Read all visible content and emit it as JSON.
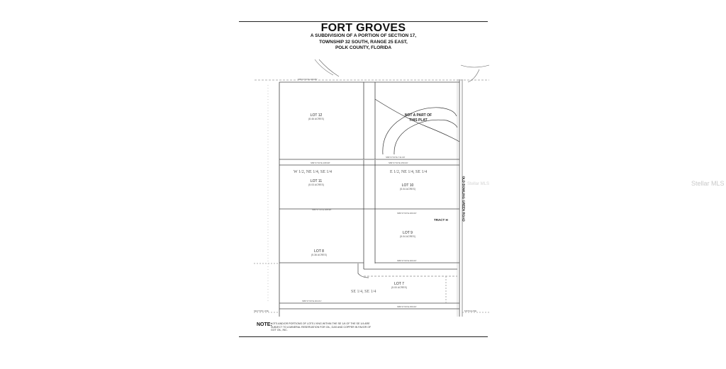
{
  "document": {
    "title": "FORT GROVES",
    "subtitle_lines": [
      "A SUBDIVISION OF A PORTION OF SECTION 17,",
      "TOWNSHIP 32 SOUTH, RANGE 25 EAST,",
      "POLK COUNTY, FLORIDA"
    ]
  },
  "plat": {
    "lots": [
      {
        "name": "LOT 12",
        "acres": "(8.46 ACRES)"
      },
      {
        "name": "LOT 11",
        "acres": "(5.03 ACRES)"
      },
      {
        "name": "LOT 10",
        "acres": "(5.04 ACRES)"
      },
      {
        "name": "LOT 9",
        "acres": "(5.04 ACRES)"
      },
      {
        "name": "LOT 8",
        "acres": "(5.36 ACRES)"
      },
      {
        "name": "LOT 7",
        "acres": "(5.00 ACRES)"
      }
    ],
    "quadrants": {
      "west": "W 1/2, NE 1/4, SE 1/4",
      "east": "E 1/2, NE 1/4, SE 1/4",
      "south": "SE 1/4, SE 1/4"
    },
    "not_a_part": [
      "NOT A PART OF",
      "THIS PLAT"
    ],
    "tract": "TRACT H",
    "road": "OLD BOWLING GREEN ROAD"
  },
  "note": {
    "label": "NOTE:",
    "text": "LOTS AND/OR PORTIONS OF LOTS LYING WITHIN THE SE 1/4 OF THE SE 1/4 ARE SUBJECT TO A MINERAL RESERVATION FOR OIL, GAS AND COPPER IN FAVOR OF GOT OIL, INC."
  },
  "watermark": "Stellar MLS",
  "colors": {
    "ink": "#222222",
    "faint": "#9a9a9a"
  }
}
